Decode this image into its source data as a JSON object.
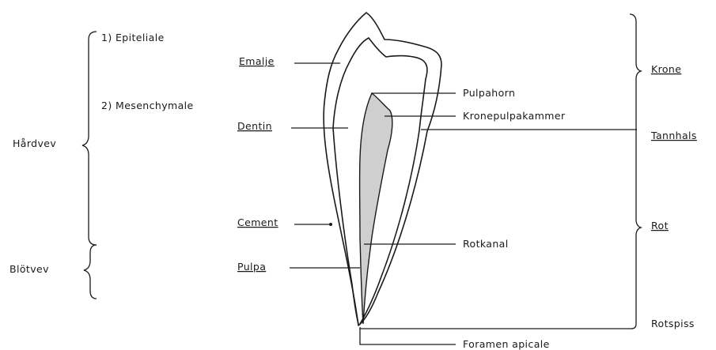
{
  "labels": {
    "epiteliale": "1) Epiteliale",
    "mesenchymale": "2) Mesenchymale",
    "hardvev": "Hårdvev",
    "blotvev": "Blötvev",
    "emalje": "Emalje",
    "dentin": "Dentin",
    "cement": "Cement",
    "pulpa": "Pulpa",
    "pulpahorn": "Pulpahorn",
    "kronepulpakammer": "Kronepulpakammer",
    "rotkanal": "Rotkanal",
    "foramen_apicale": "Foramen apicale",
    "krone": "Krone",
    "tannhals": "Tannhals",
    "rot": "Rot",
    "rotspiss": "Rotspiss"
  },
  "colors": {
    "ink": "#1a1a1a",
    "pulp_fill": "#cfcfcf"
  }
}
